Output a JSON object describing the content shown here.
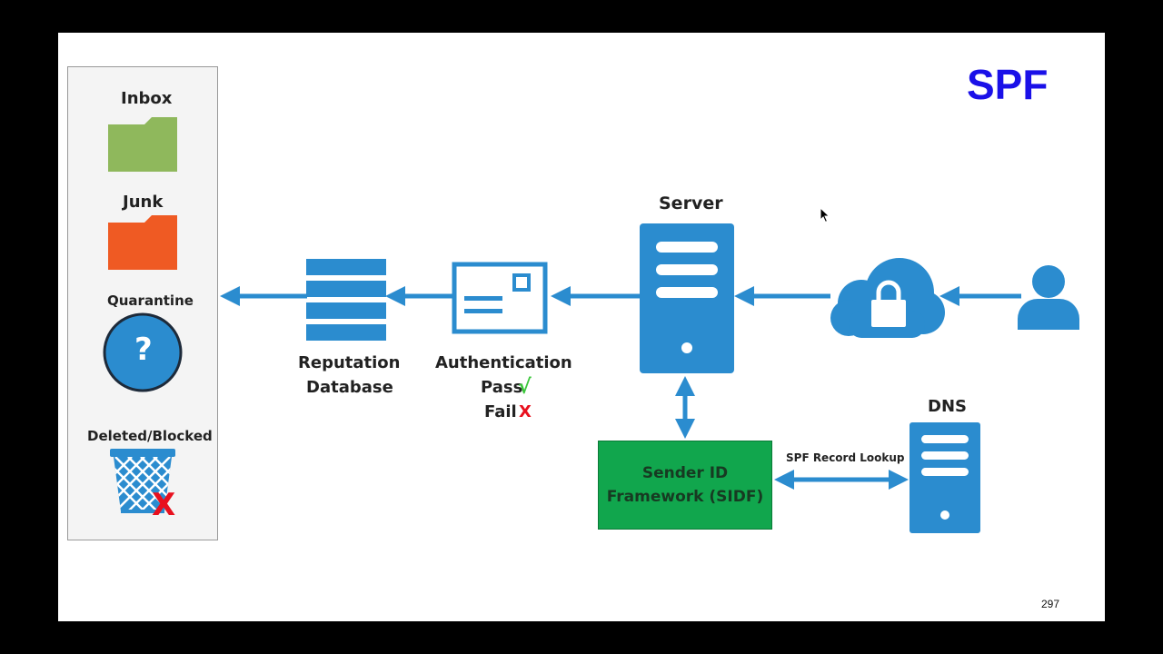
{
  "title": "SPF",
  "page_number": "297",
  "colors": {
    "accent_blue": "#2b8ccf",
    "title_blue": "#1a10e8",
    "inbox_green": "#8fb85c",
    "junk_orange": "#ef5a23",
    "sidf_green": "#11a64d",
    "pass_green": "#3cc73c",
    "fail_red": "#e8101e"
  },
  "destinations": {
    "inbox": {
      "label": "Inbox",
      "icon": "folder-icon"
    },
    "junk": {
      "label": "Junk",
      "icon": "folder-icon"
    },
    "quarantine": {
      "label": "Quarantine",
      "icon": "question-mark-icon",
      "glyph": "?"
    },
    "deleted": {
      "label": "Deleted/Blocked",
      "icon": "trash-bin-icon",
      "mark": "X"
    }
  },
  "nodes": {
    "reputation_db": {
      "line1": "Reputation",
      "line2": "Database",
      "icon": "database-icon"
    },
    "authentication": {
      "label": "Authentication",
      "pass": "Pass",
      "pass_mark": "√",
      "fail": "Fail",
      "fail_mark": "X",
      "icon": "envelope-icon"
    },
    "server": {
      "label": "Server",
      "icon": "server-icon"
    },
    "cloud": {
      "icon": "cloud-lock-icon"
    },
    "user": {
      "icon": "user-icon"
    },
    "sidf": {
      "label": "Sender ID\nFramework (SIDF)"
    },
    "dns": {
      "label": "DNS",
      "icon": "server-icon"
    }
  },
  "edges": {
    "spf_lookup_label": "SPF Record Lookup"
  }
}
